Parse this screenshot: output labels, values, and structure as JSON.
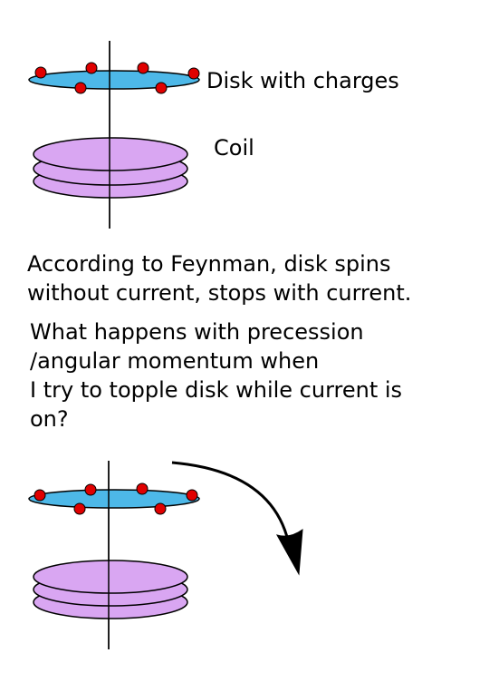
{
  "labels": {
    "disk": "Disk with charges",
    "coil": "Coil"
  },
  "paragraph_1": {
    "lines": [
      "According to Feynman, disk spins",
      "without current, stops with current."
    ]
  },
  "paragraph_2": {
    "lines": [
      "What happens with precession",
      "/angular momentum when",
      "I try to topple disk while current is",
      "on?"
    ]
  },
  "colors": {
    "disk_fill": "#4db8e8",
    "coil_fill": "#d9a6f2",
    "charge_fill": "#e00000",
    "stroke": "#000000"
  }
}
